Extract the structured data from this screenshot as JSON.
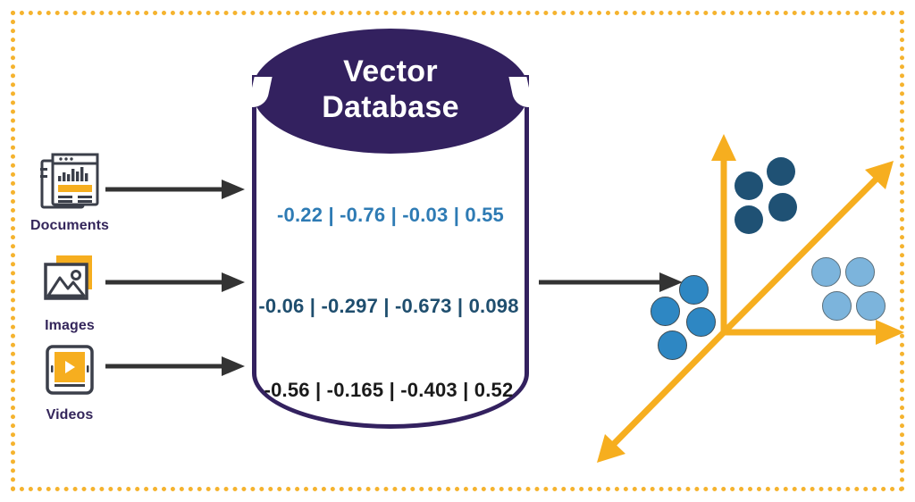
{
  "diagram": {
    "title_lines": [
      "Vector",
      "Database"
    ],
    "sources": [
      {
        "id": "documents",
        "label": "Documents",
        "icon": "document-chart-icon"
      },
      {
        "id": "images",
        "label": "Images",
        "icon": "image-photo-icon"
      },
      {
        "id": "videos",
        "label": "Videos",
        "icon": "video-play-icon"
      }
    ],
    "vectors": [
      {
        "text": "-0.22 | -0.76 | -0.03 | 0.55",
        "color": "#2E7BB4",
        "values": [
          -0.22,
          -0.76,
          -0.03,
          0.55
        ]
      },
      {
        "text": "-0.06 | -0.297 | -0.673 | 0.098",
        "color": "#1F4E6E",
        "values": [
          -0.06,
          -0.297,
          -0.673,
          0.098
        ]
      },
      {
        "text": "-0.56 | -0.165 | -0.403 | 0.52",
        "color": "#1A1A1A",
        "values": [
          -0.56,
          -0.165,
          -0.403,
          0.52
        ]
      }
    ],
    "arrows": [
      {
        "id": "documents-to-db",
        "direction": "right"
      },
      {
        "id": "images-to-db",
        "direction": "right"
      },
      {
        "id": "videos-to-db",
        "direction": "right"
      },
      {
        "id": "db-to-plot",
        "direction": "right"
      }
    ],
    "embedding_space": {
      "axes": [
        "y-up-axis",
        "x-right-axis",
        "z-diagonal-axis"
      ],
      "axis_color": "#F6AE1F",
      "clusters": [
        {
          "id": "cluster-navy",
          "color": "#1F5174",
          "count": 4,
          "position": "upper-middle"
        },
        {
          "id": "cluster-mid",
          "color": "#2E87C3",
          "count": 4,
          "position": "left-of-origin"
        },
        {
          "id": "cluster-light",
          "color": "#7CB4DC",
          "count": 4,
          "position": "lower-right"
        }
      ]
    },
    "colors": {
      "frame": "#F5B32E",
      "database_fill": "#33215F",
      "accent_yellow": "#F6AE1F",
      "label_text": "#34265B",
      "arrow": "#333333"
    }
  }
}
